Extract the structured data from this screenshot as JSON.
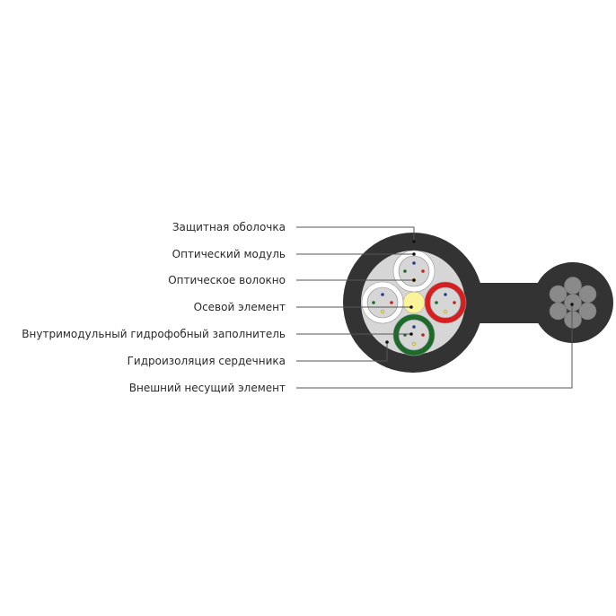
{
  "labels": [
    "Защитная оболочка",
    "Оптический модуль",
    "Оптическое волокно",
    "Осевой элемент",
    "Внутримодульный гидрофобный заполнитель",
    "Гидроизоляция сердечника",
    "Внешний несущий элемент"
  ],
  "colors": {
    "sheath": "#333333",
    "core_fill": "#d6d6d6",
    "strand": "#8a8a8a",
    "module_white": "#ffffff",
    "module_red": "#d81e1e",
    "module_green": "#1c6b2a",
    "central_member": "#fbf39a"
  }
}
